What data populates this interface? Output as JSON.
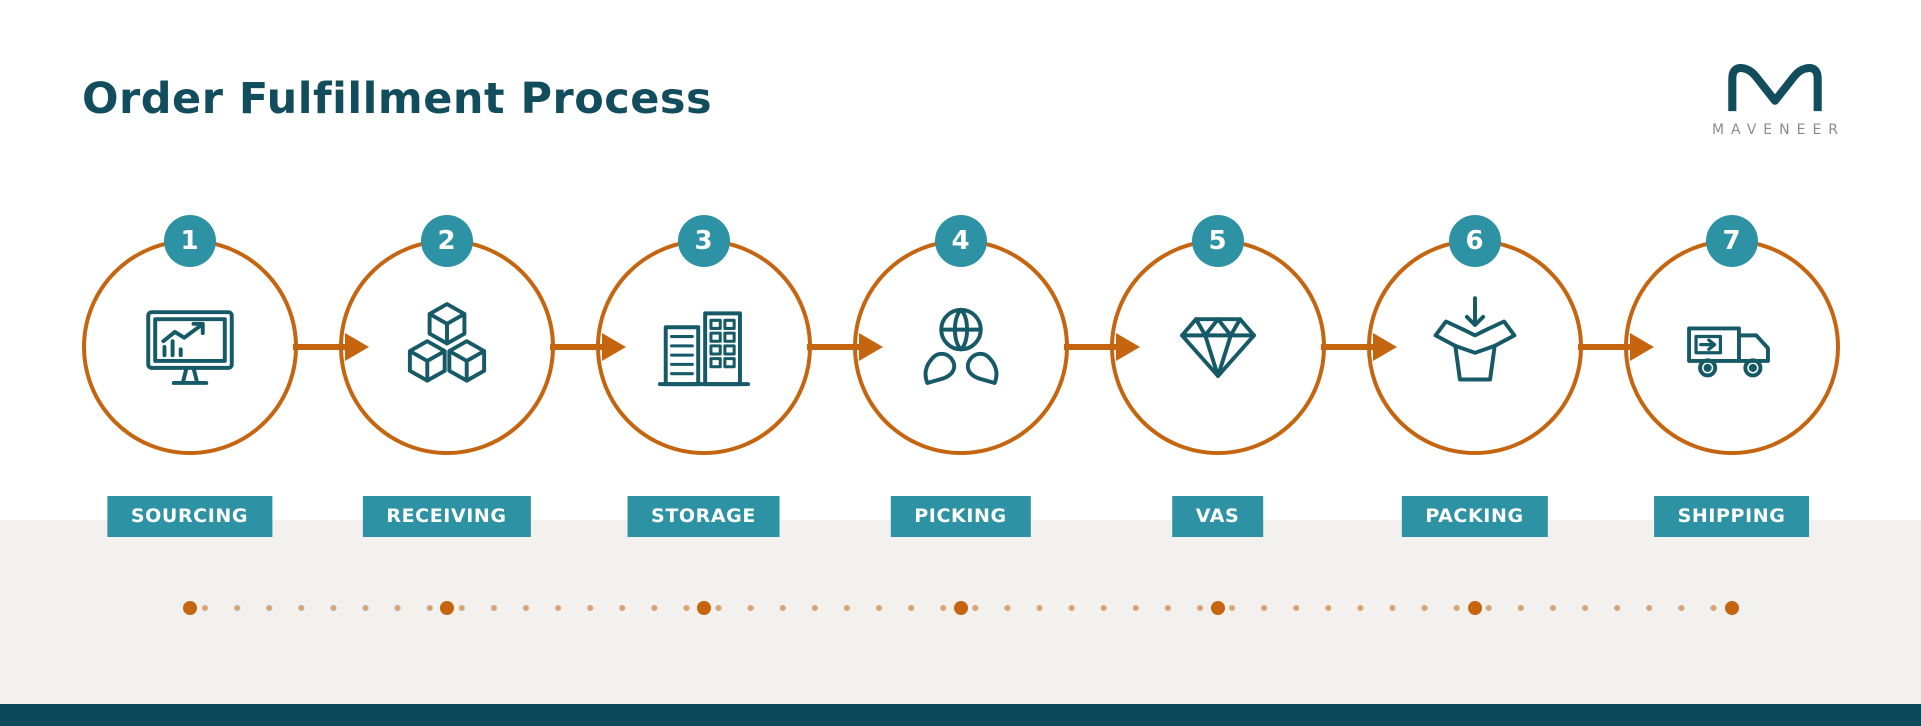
{
  "page": {
    "title": "Order Fulfillment Process"
  },
  "logo": {
    "text": "MAVENEER",
    "mark": "maveneer-m-mark-icon"
  },
  "colors": {
    "title_teal": "#114D5D",
    "badge_teal": "#2D93A4",
    "accent_orange": "#C5650F",
    "icon_stroke": "#175A67",
    "footer_band": "#F2F1EE",
    "footer_bar": "#0C4A59",
    "logo_text_gray": "#8B8B8B"
  },
  "steps": [
    {
      "number": "1",
      "label": "SOURCING",
      "icon": "monitor-chart-icon"
    },
    {
      "number": "2",
      "label": "RECEIVING",
      "icon": "stacked-cubes-icon"
    },
    {
      "number": "3",
      "label": "STORAGE",
      "icon": "buildings-icon"
    },
    {
      "number": "4",
      "label": "PICKING",
      "icon": "hands-globe-icon"
    },
    {
      "number": "5",
      "label": "VAS",
      "icon": "diamond-icon"
    },
    {
      "number": "6",
      "label": "PACKING",
      "icon": "open-box-icon"
    },
    {
      "number": "7",
      "label": "SHIPPING",
      "icon": "delivery-truck-icon"
    }
  ]
}
